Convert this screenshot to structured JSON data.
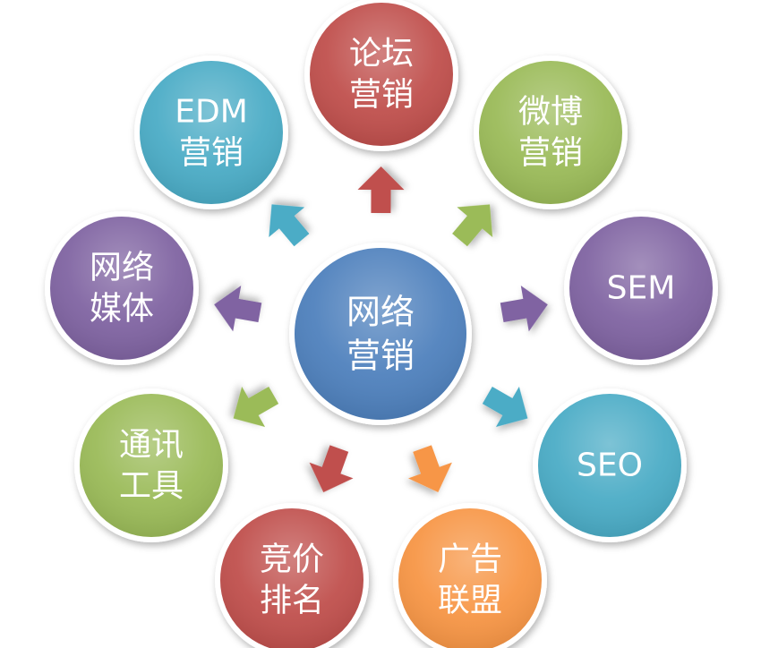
{
  "center": {
    "lines": [
      "网络",
      "营销"
    ],
    "color": "#4f81bd"
  },
  "nodes": [
    {
      "id": "forum",
      "lines": [
        "论坛",
        "营销"
      ],
      "color": "#c0504d"
    },
    {
      "id": "weibo",
      "lines": [
        "微博",
        "营销"
      ],
      "color": "#9bbb59"
    },
    {
      "id": "sem",
      "lines": [
        "SEM"
      ],
      "color": "#8064a2"
    },
    {
      "id": "seo",
      "lines": [
        "SEO"
      ],
      "color": "#4bacc6"
    },
    {
      "id": "ad-alliance",
      "lines": [
        "广告",
        "联盟"
      ],
      "color": "#f79646"
    },
    {
      "id": "bidding",
      "lines": [
        "竞价",
        "排名"
      ],
      "color": "#c0504d"
    },
    {
      "id": "im-tools",
      "lines": [
        "通讯",
        "工具"
      ],
      "color": "#9bbb59"
    },
    {
      "id": "web-media",
      "lines": [
        "网络",
        "媒体"
      ],
      "color": "#8064a2"
    },
    {
      "id": "edm",
      "lines": [
        "EDM",
        "营销"
      ],
      "color": "#4bacc6"
    }
  ]
}
